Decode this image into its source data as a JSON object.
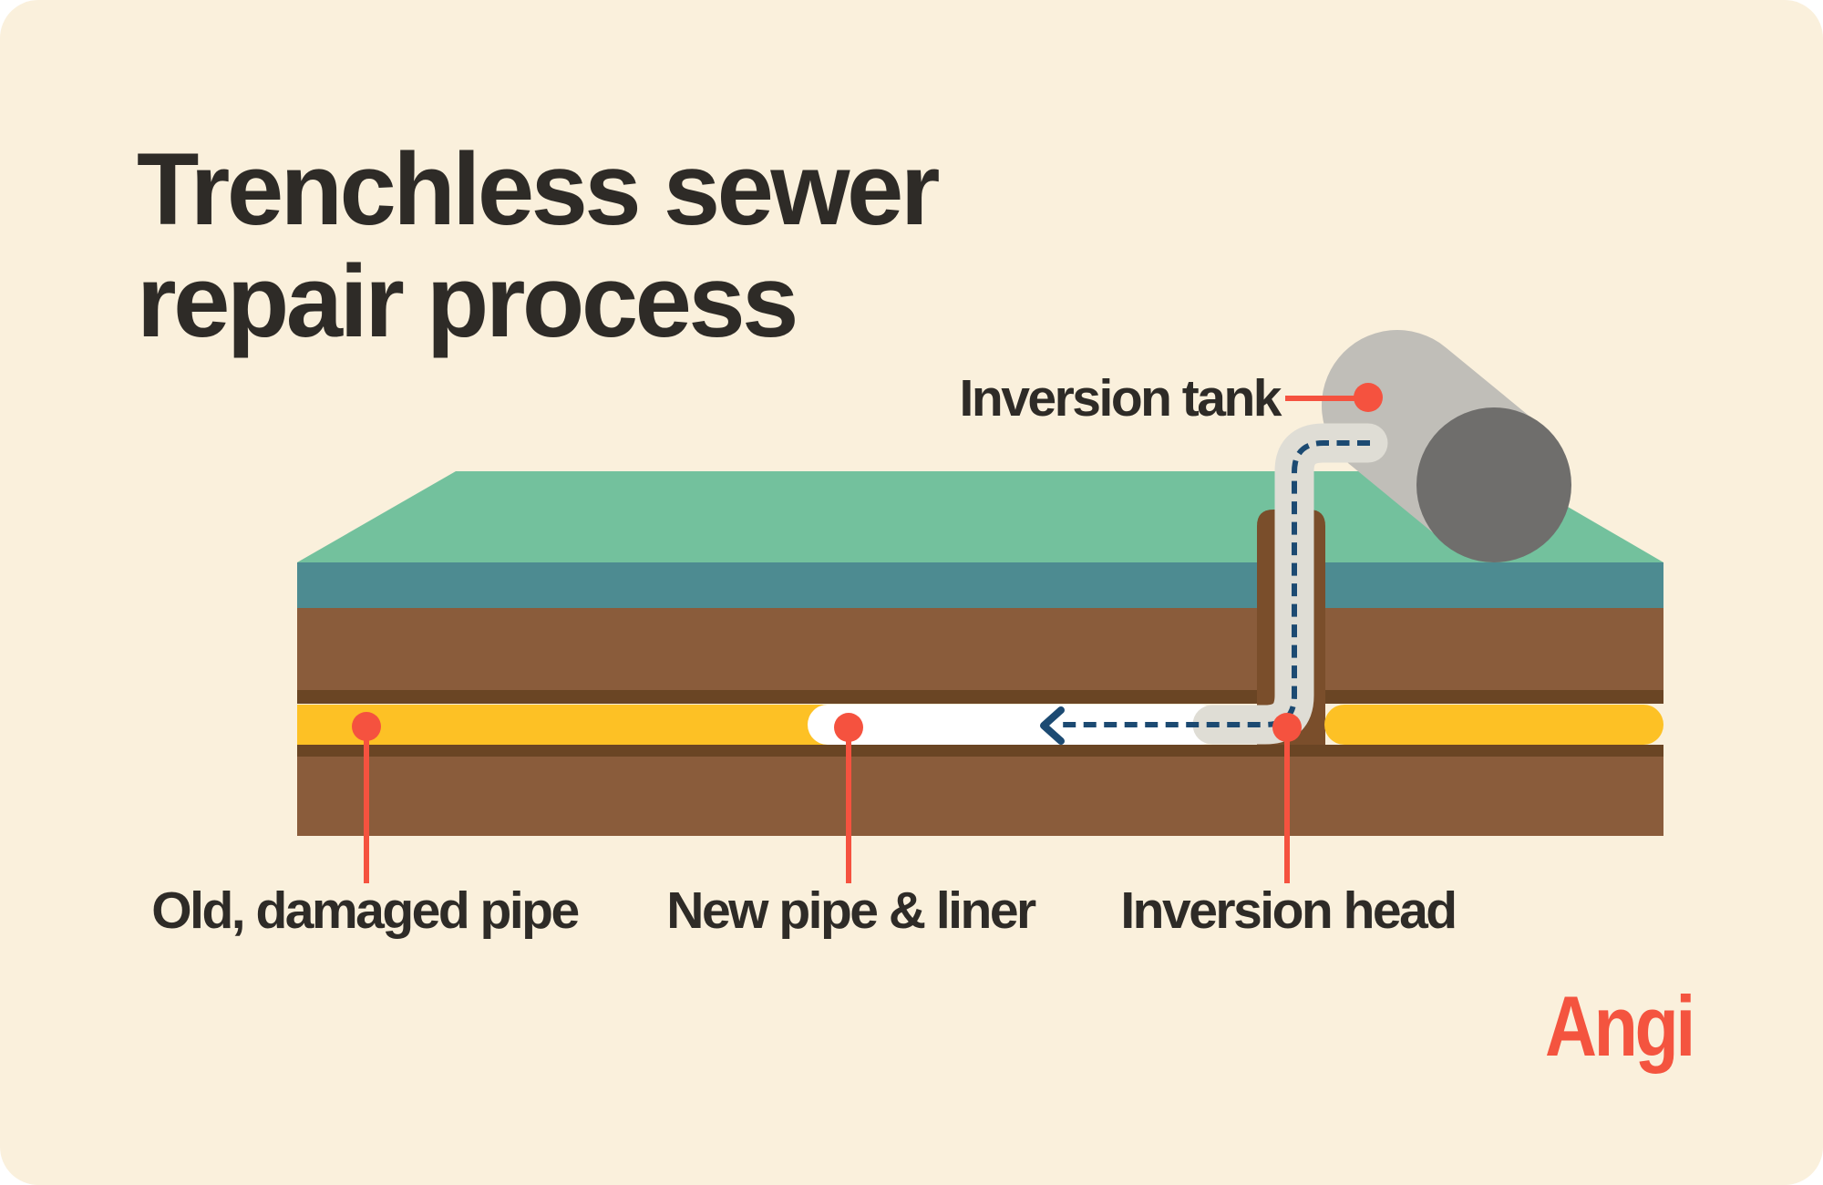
{
  "title": {
    "line1": "Trenchless sewer",
    "line2": "repair process"
  },
  "labels": {
    "inversion_tank": "Inversion tank",
    "old_pipe": "Old, damaged pipe",
    "new_pipe": "New pipe & liner",
    "inversion_head": "Inversion head"
  },
  "logo": "Angi",
  "diagram": {
    "type": "cutaway-illustration",
    "flow_direction": "liner travels from inversion tank, down access shaft, leftward into old pipe",
    "markers": [
      "inversion-tank-dot",
      "old-pipe-dot",
      "new-pipe-dot",
      "inversion-head-dot"
    ]
  },
  "colors": {
    "background": "#FAF0DC",
    "surface_green": "#73C19D",
    "subsoil_teal": "#4D8B91",
    "soil_brown": "#8A5C3B",
    "soil_dark_brown": "#6A4524",
    "shaft_brown": "#7A4E2B",
    "old_pipe_yellow": "#FDC125",
    "new_pipe_white": "#FFFFFF",
    "liner_gray": "#DFDDD5",
    "tank_gray": "#C0BEB8",
    "tank_face_gray": "#6F6E6C",
    "flow_path_navy": "#1C4A72",
    "accent_red": "#F5523F",
    "text_dark": "#2E2B27"
  }
}
